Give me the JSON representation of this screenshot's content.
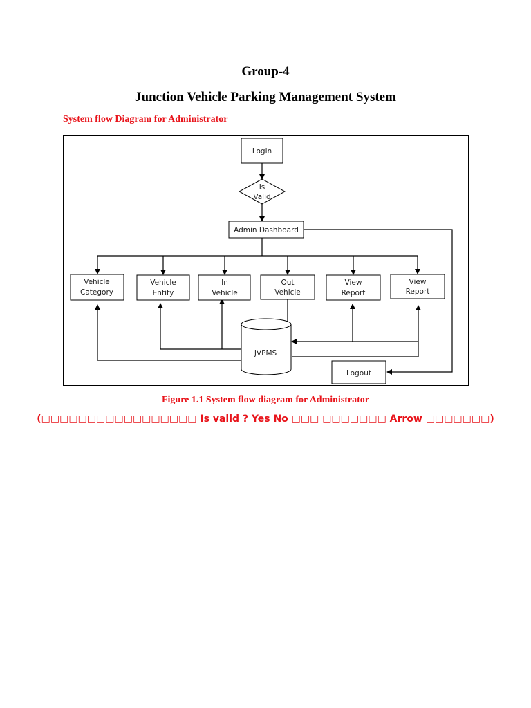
{
  "document": {
    "group": "Group-4",
    "title": "Junction Vehicle Parking Management System",
    "section_heading": "System flow Diagram for Administrator",
    "caption": "Figure 1.1 System flow diagram for Administrator",
    "note": "(□□□□□□□□□□□□□□□□□ Is valid ? Yes No □□□ □□□□□□□ Arrow □□□□□□□)"
  },
  "diagram": {
    "login": "Login",
    "is_valid_line1": "Is",
    "is_valid_line2": "Valid",
    "admin_dashboard": "Admin Dashboard",
    "modules": [
      {
        "line1": "Vehicle",
        "line2": "Category"
      },
      {
        "line1": "Vehicle",
        "line2": "Entity"
      },
      {
        "line1": "In",
        "line2": "Vehicle"
      },
      {
        "line1": "Out",
        "line2": "Vehicle"
      },
      {
        "line1": "View",
        "line2": "Report"
      },
      {
        "line1": "View",
        "line2": "Report"
      }
    ],
    "database": "JVPMS",
    "logout": "Logout"
  },
  "colors": {
    "accent_red": "#e8141b"
  }
}
